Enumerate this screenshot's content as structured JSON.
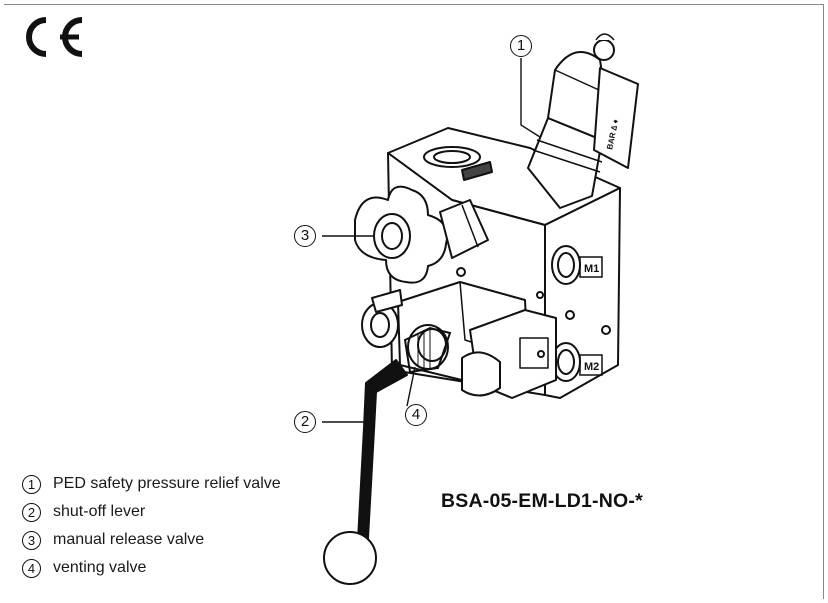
{
  "certification": {
    "mark": "CE"
  },
  "valve_block": {
    "port_labels": [
      "M1",
      "M2"
    ],
    "callouts": [
      "1",
      "2",
      "3",
      "4"
    ]
  },
  "legend": [
    {
      "num": "1",
      "text": "PED safety pressure relief valve"
    },
    {
      "num": "2",
      "text": "shut-off lever"
    },
    {
      "num": "3",
      "text": "manual release valve"
    },
    {
      "num": "4",
      "text": "venting valve"
    }
  ],
  "model_code": "BSA-05-EM-LD1-NO-*"
}
